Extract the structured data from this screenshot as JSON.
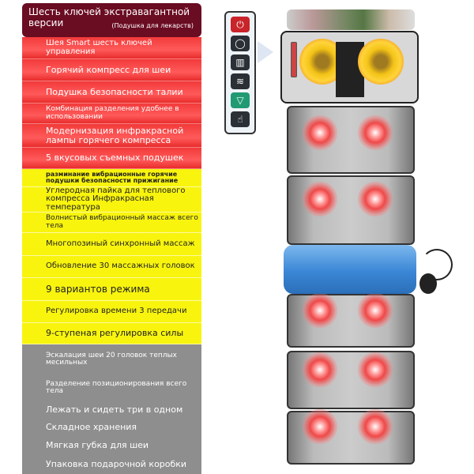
{
  "header": {
    "title": "Шесть ключей экстравагантной версии",
    "subtitle": "(Подушка для лекарств)"
  },
  "red_features": [
    "Шея Smart шесть ключей управления",
    "Горячий компресс для шеи",
    "Подушка безопасности талии",
    "Комбинация разделения удобнее в использовании",
    "Модернизация инфракрасной лампы горячего компресса",
    "5 вкусовых съемных подушек"
  ],
  "yellow_features": [
    "разминание вибрационные горячие подушки безопасности прижигание",
    "Углеродная пайка для теплового компресса Инфракрасная температура",
    "Волнистый вибрационный массаж всего тела",
    "Многопозиный синхронный массаж",
    "Обновление 30 массажных головок",
    "9 вариантов режима",
    "Регулировка времени 3 передачи",
    "9-ступеная регулировка силы"
  ],
  "gray_features": [
    "Эскалация шеи 20 головок теплых месильных",
    "Разделение позиционирования всего тела",
    "Лежать и сидеть три в одном",
    "Складное хранения",
    "Мягкая губка для шеи",
    "Упаковка подарочной коробки"
  ],
  "remote_buttons": [
    {
      "icon": "power-icon",
      "glyph": "⏻",
      "color": "#c8242a"
    },
    {
      "icon": "mode-cycle-icon",
      "glyph": "◯",
      "color": "#2a3036"
    },
    {
      "icon": "intensity-icon",
      "glyph": "▥",
      "color": "#2a3036"
    },
    {
      "icon": "heat-icon",
      "glyph": "≋",
      "color": "#2a3036"
    },
    {
      "icon": "massage-icon",
      "glyph": "▽",
      "color": "#1f9a72"
    },
    {
      "icon": "hand-icon",
      "glyph": "☝",
      "color": "#2a3036"
    }
  ]
}
